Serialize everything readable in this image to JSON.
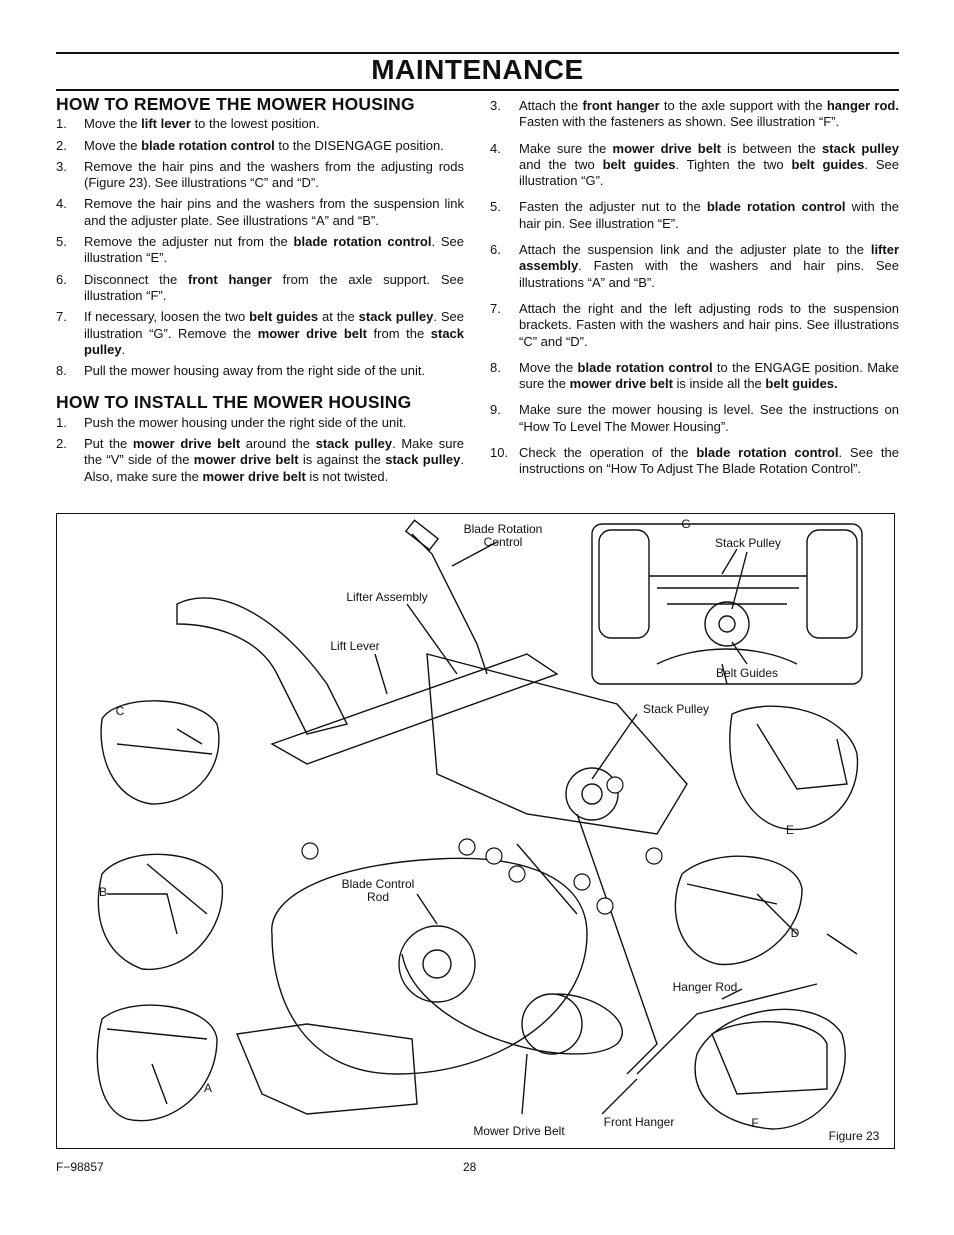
{
  "page": {
    "title": "MAINTENANCE",
    "doc_code": "F−98857",
    "page_number": "28"
  },
  "remove": {
    "heading": "HOW TO REMOVE THE MOWER HOUSING",
    "steps": [
      {
        "n": "1.",
        "parts": [
          {
            "t": "Move the "
          },
          {
            "t": "lift lever",
            "b": true
          },
          {
            "t": " to the lowest position."
          }
        ]
      },
      {
        "n": "2.",
        "parts": [
          {
            "t": "Move the "
          },
          {
            "t": "blade rotation control",
            "b": true
          },
          {
            "t": " to the DISENGAGE position."
          }
        ]
      },
      {
        "n": "3.",
        "parts": [
          {
            "t": "Remove the hair pins and the washers from the adjusting rods (Figure 23). See illustrations “C” and “D”."
          }
        ]
      },
      {
        "n": "4.",
        "parts": [
          {
            "t": "Remove the hair pins and the washers from the suspension link and the adjuster plate. See illustrations “A” and “B”."
          }
        ]
      },
      {
        "n": "5.",
        "parts": [
          {
            "t": "Remove the adjuster nut from the "
          },
          {
            "t": "blade rotation control",
            "b": true
          },
          {
            "t": ". See illustration “E”."
          }
        ]
      },
      {
        "n": "6.",
        "parts": [
          {
            "t": "Disconnect the "
          },
          {
            "t": "front hanger",
            "b": true
          },
          {
            "t": " from the axle support. See illustration “F”."
          }
        ]
      },
      {
        "n": "7.",
        "parts": [
          {
            "t": "If necessary, loosen the two "
          },
          {
            "t": "belt guides",
            "b": true
          },
          {
            "t": " at the "
          },
          {
            "t": "stack pulley",
            "b": true
          },
          {
            "t": ". See illustration “G”. Remove the "
          },
          {
            "t": "mower drive belt",
            "b": true
          },
          {
            "t": " from the "
          },
          {
            "t": "stack pulley",
            "b": true
          },
          {
            "t": "."
          }
        ]
      },
      {
        "n": "8.",
        "parts": [
          {
            "t": "Pull the mower housing away from the right side of the unit."
          }
        ]
      }
    ]
  },
  "install": {
    "heading": "HOW TO INSTALL THE MOWER HOUSING",
    "steps": [
      {
        "n": "1.",
        "parts": [
          {
            "t": "Push the mower housing under the right side of the unit."
          }
        ]
      },
      {
        "n": "2.",
        "parts": [
          {
            "t": "Put the "
          },
          {
            "t": "mower drive belt",
            "b": true
          },
          {
            "t": " around the "
          },
          {
            "t": "stack pulley",
            "b": true
          },
          {
            "t": ". Make sure the “V” side of the "
          },
          {
            "t": "mower drive belt",
            "b": true
          },
          {
            "t": " is against the "
          },
          {
            "t": "stack pulley",
            "b": true
          },
          {
            "t": ". Also, make sure the "
          },
          {
            "t": "mower drive belt",
            "b": true
          },
          {
            "t": " is not twisted."
          }
        ]
      },
      {
        "n": "3.",
        "parts": [
          {
            "t": "Attach the "
          },
          {
            "t": "front hanger",
            "b": true
          },
          {
            "t": " to the axle support with the "
          },
          {
            "t": "hanger rod.",
            "b": true
          },
          {
            "t": " Fasten with the fasteners as shown. See illustration “F”."
          }
        ]
      },
      {
        "n": "4.",
        "parts": [
          {
            "t": "Make sure the "
          },
          {
            "t": "mower drive belt",
            "b": true
          },
          {
            "t": " is between the "
          },
          {
            "t": "stack pulley",
            "b": true
          },
          {
            "t": " and the two "
          },
          {
            "t": "belt guides",
            "b": true
          },
          {
            "t": ". Tighten the two "
          },
          {
            "t": "belt guides",
            "b": true
          },
          {
            "t": ". See illustration “G”."
          }
        ]
      },
      {
        "n": "5.",
        "parts": [
          {
            "t": "Fasten the adjuster nut to the "
          },
          {
            "t": "blade rotation control",
            "b": true
          },
          {
            "t": " with the hair pin. See illustration “E”."
          }
        ]
      },
      {
        "n": "6.",
        "parts": [
          {
            "t": "Attach the suspension link and the adjuster plate to the "
          },
          {
            "t": "lifter assembly",
            "b": true
          },
          {
            "t": ". Fasten with the washers and hair pins. See illustrations “A” and “B”."
          }
        ]
      },
      {
        "n": "7.",
        "parts": [
          {
            "t": "Attach the right and the left adjusting rods to the suspension brackets. Fasten with the washers and hair pins. See illustrations “C” and “D”."
          }
        ]
      },
      {
        "n": "8.",
        "parts": [
          {
            "t": "Move the "
          },
          {
            "t": "blade rotation control",
            "b": true
          },
          {
            "t": " to the ENGAGE position. Make sure the "
          },
          {
            "t": "mower drive belt",
            "b": true
          },
          {
            "t": " is inside all the "
          },
          {
            "t": "belt guides.",
            "b": true
          }
        ]
      },
      {
        "n": "9.",
        "parts": [
          {
            "t": "Make sure the mower housing is level. See the instructions on “How To Level The Mower Housing”."
          }
        ]
      },
      {
        "n": "10.",
        "parts": [
          {
            "t": "Check the operation of the "
          },
          {
            "t": "blade rotation control",
            "b": true
          },
          {
            "t": ". See the instructions on “How To Adjust The Blade Rotation Control”."
          }
        ]
      }
    ]
  },
  "figure": {
    "caption": "Figure 23",
    "labels": {
      "blade_rotation_control": "Blade Rotation\nControl",
      "lifter_assembly": "Lifter Assembly",
      "lift_lever": "Lift Lever",
      "stack_pulley_inset": "Stack Pulley",
      "belt_guides": "Belt Guides",
      "stack_pulley": "Stack Pulley",
      "blade_control_rod": "Blade Control\nRod",
      "hanger_rod": "Hanger Rod",
      "front_hanger": "Front Hanger",
      "mower_drive_belt": "Mower Drive Belt"
    },
    "callouts": {
      "a": "A",
      "b": "B",
      "c": "C",
      "d": "D",
      "e": "E",
      "f": "F",
      "g": "G"
    }
  }
}
